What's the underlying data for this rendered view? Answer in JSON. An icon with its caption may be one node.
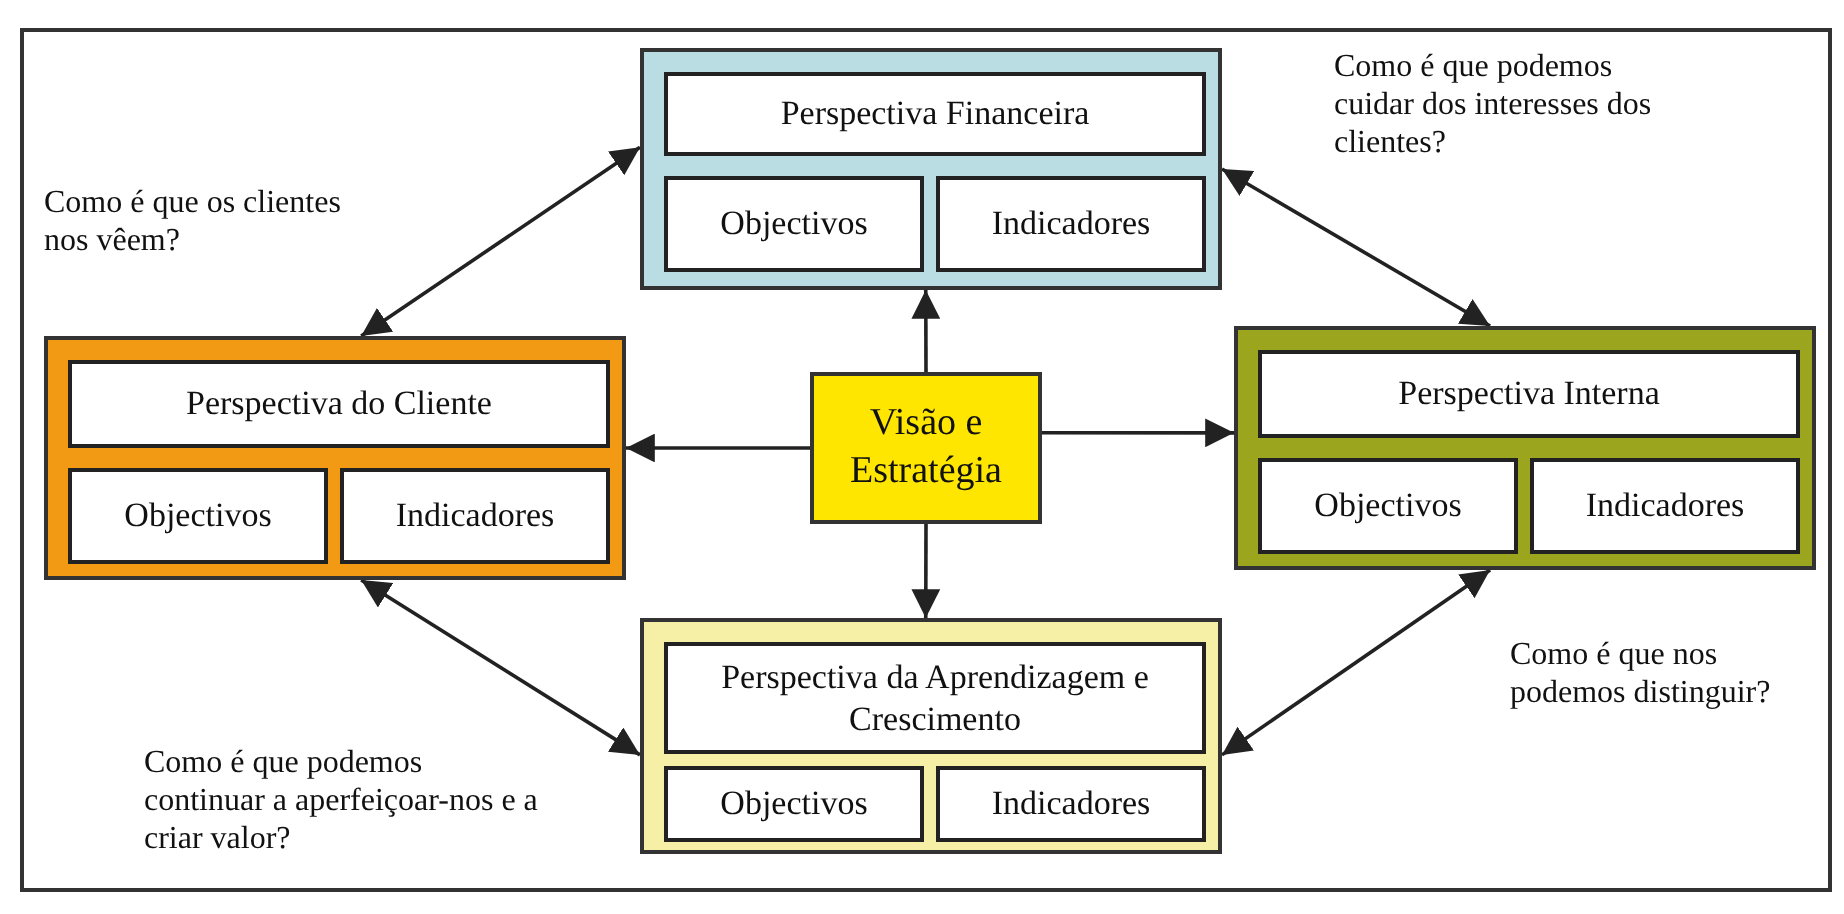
{
  "diagram": {
    "nodes": [
      {
        "text": [],
        "shape": "box"
      },
      {
        "text": [
          "Perspectiva Financeira"
        ],
        "in": 0
      },
      {
        "text": [
          "Objectivos"
        ],
        "in": 0
      },
      {
        "text": [
          "Indicadores"
        ],
        "in": 0
      },
      {
        "text": [],
        "shape": "box"
      },
      {
        "text": [
          "Perspectiva do Cliente"
        ],
        "in": 4
      },
      {
        "text": [
          "Objectivos"
        ],
        "in": 4
      },
      {
        "text": [
          "Indicadores"
        ],
        "in": 4
      },
      {
        "text": [
          "Visão e Estratégia"
        ]
      },
      {
        "text": [],
        "shape": "box"
      },
      {
        "text": [
          "Perspectiva Interna"
        ],
        "in": 9
      },
      {
        "text": [
          "Objectivos"
        ],
        "in": 9
      },
      {
        "text": [
          "Indicadores"
        ],
        "in": 9
      },
      {
        "text": [],
        "shape": "box"
      },
      {
        "text": [
          "Perspectiva da Aprendizagem e Crescimento"
        ],
        "in": 13
      },
      {
        "text": [
          "Objectivos"
        ],
        "in": 13
      },
      {
        "text": [
          "Indicadores"
        ],
        "in": 13
      }
    ],
    "edges": [
      {
        "from": 8,
        "to": 0,
        "arrow": "to"
      },
      {
        "from": 8,
        "to": 4,
        "arrow": "to"
      },
      {
        "from": 8,
        "to": 9,
        "arrow": "to"
      },
      {
        "from": 8,
        "to": 13,
        "arrow": "to"
      },
      {
        "from": 4,
        "to": 0,
        "arrow": "both"
      },
      {
        "from": 0,
        "to": 9,
        "arrow": "both"
      },
      {
        "from": 4,
        "to": 13,
        "arrow": "both"
      },
      {
        "from": 13,
        "to": 9,
        "arrow": "both"
      }
    ],
    "labels": [
      "Como é que os clientes nos vêem?",
      "Como é que podemos cuidar dos interesses dos clientes?",
      "Como é que nos podemos distinguir?",
      "Como é que podemos continuar a aperfeiçoar-nos e a criar valor?"
    ]
  }
}
